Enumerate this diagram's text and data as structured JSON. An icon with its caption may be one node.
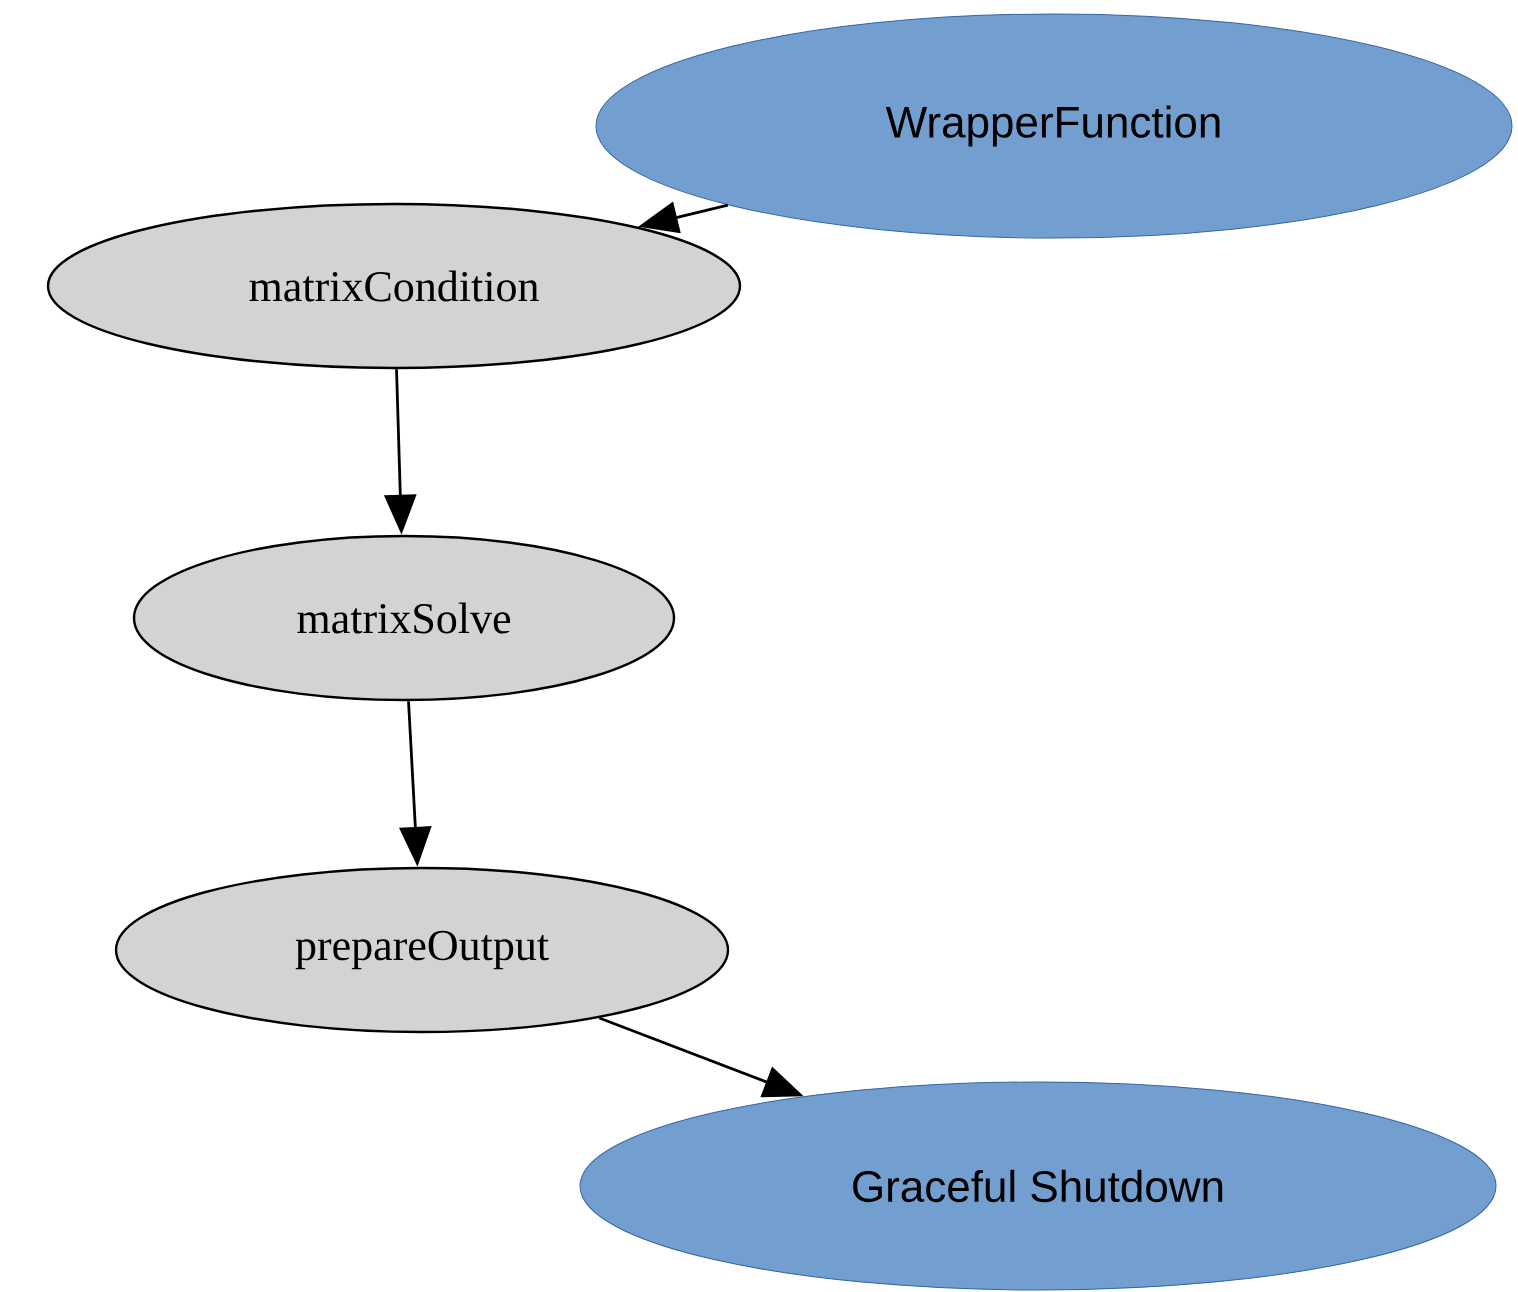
{
  "diagram": {
    "nodes": [
      {
        "text": [
          "WrapperFunction"
        ]
      },
      {
        "text": [
          "matrixCondition"
        ]
      },
      {
        "text": [
          "matrixSolve"
        ]
      },
      {
        "text": [
          "prepareOutput"
        ]
      },
      {
        "text": [
          "Graceful Shutdown"
        ]
      }
    ],
    "edges": [
      {
        "from": 0,
        "to": 1,
        "arrow": "to"
      },
      {
        "from": 1,
        "to": 2,
        "arrow": "to"
      },
      {
        "from": 2,
        "to": 3,
        "arrow": "to"
      },
      {
        "from": 3,
        "to": 4,
        "arrow": "to"
      }
    ]
  }
}
